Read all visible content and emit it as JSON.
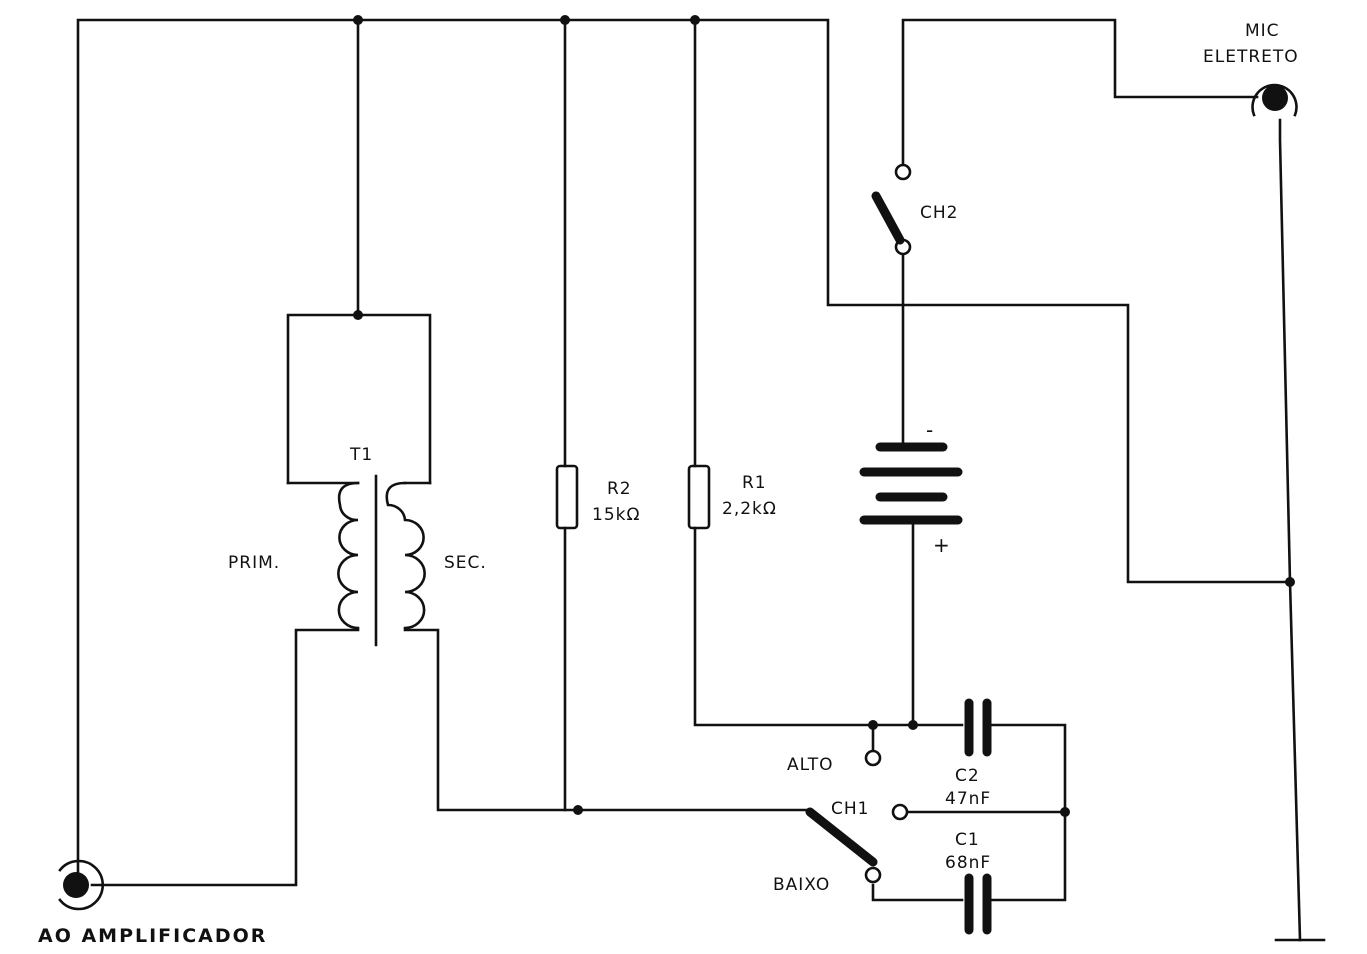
{
  "labels": {
    "mic_line1": "MIC",
    "mic_line2": "ELETRETO",
    "ch2": "CH2",
    "t1": "T1",
    "prim": "PRIM.",
    "sec": "SEC.",
    "r2_name": "R2",
    "r2_value": "15kΩ",
    "r1_name": "R1",
    "r1_value": "2,2kΩ",
    "battery_minus": "-",
    "battery_plus": "+",
    "alto": "ALTO",
    "c2_name": "C2",
    "c2_value": "47nF",
    "ch1": "CH1",
    "c1_name": "C1",
    "c1_value": "68nF",
    "baixo": "BAIXO",
    "output": "AO AMPLIFICADOR"
  }
}
